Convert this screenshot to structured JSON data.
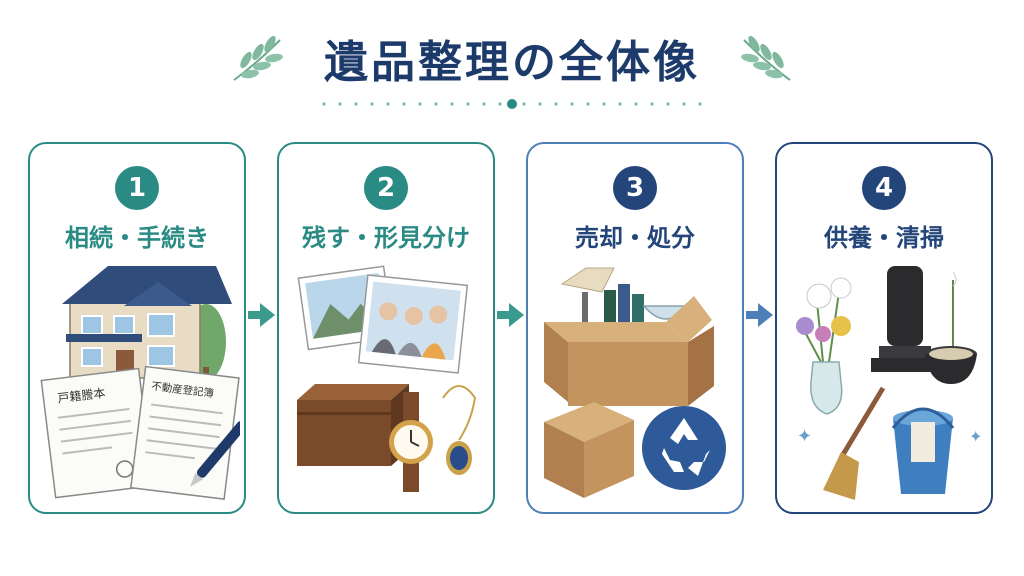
{
  "title": "遺品整理の全体像",
  "steps": [
    {
      "number": "1",
      "label": "相続・手続き",
      "color": "#2a8b84",
      "docs": {
        "left": "戸籍謄本",
        "right": "不動産登記簿"
      }
    },
    {
      "number": "2",
      "label": "残す・形見分け",
      "color": "#2a8b84"
    },
    {
      "number": "3",
      "label": "売却・処分",
      "color": "#23457a"
    },
    {
      "number": "4",
      "label": "供養・清掃",
      "color": "#23457a"
    }
  ],
  "colors": {
    "title": "#1d3b6a",
    "teal": "#2a8b84",
    "navy": "#23457a",
    "arrow_teal": "#3a9a8e",
    "arrow_blue": "#4f7fb8"
  }
}
